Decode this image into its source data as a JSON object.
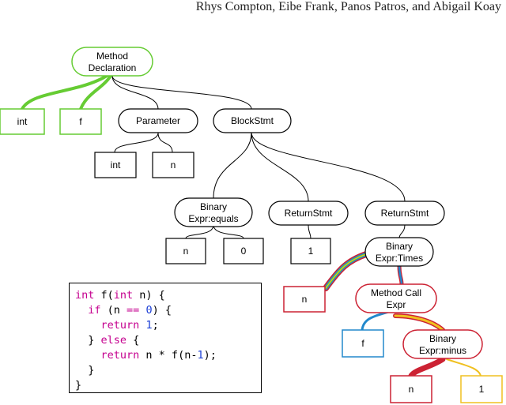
{
  "header": {
    "authors": "Rhys Compton, Eibe Frank, Panos Patros, and Abigail Koay"
  },
  "colors": {
    "green": "#66cc33",
    "red": "#cc2233",
    "blue": "#2288cc",
    "yellow": "#f0c020",
    "teal": "#338877",
    "black": "#000000"
  },
  "tree": {
    "method_declaration": [
      "Method",
      "Declaration"
    ],
    "param_type": "int",
    "method_name": "f",
    "parameter": "Parameter",
    "param_child_type": "int",
    "param_child_name": "n",
    "block_stmt": "BlockStmt",
    "binary_equals": [
      "Binary",
      "Expr:equals"
    ],
    "return_stmt_1": "ReturnStmt",
    "return_stmt_2": "ReturnStmt",
    "equals_left": "n",
    "equals_right": "0",
    "return_value": "1",
    "binary_times": [
      "Binary",
      "Expr:Times"
    ],
    "times_left": "n",
    "method_call": [
      "Method Call",
      "Expr"
    ],
    "call_name": "f",
    "binary_minus": [
      "Binary",
      "Expr:minus"
    ],
    "minus_left": "n",
    "minus_right": "1"
  },
  "code": {
    "lines": [
      [
        {
          "t": "int",
          "c": "kw"
        },
        {
          "t": " f("
        },
        {
          "t": "int",
          "c": "kw"
        },
        {
          "t": " n) {"
        }
      ],
      [
        {
          "t": "  "
        },
        {
          "t": "if",
          "c": "kw"
        },
        {
          "t": " (n "
        },
        {
          "t": "==",
          "c": "kw"
        },
        {
          "t": " "
        },
        {
          "t": "0",
          "c": "num"
        },
        {
          "t": ") {"
        }
      ],
      [
        {
          "t": "    "
        },
        {
          "t": "return",
          "c": "kw"
        },
        {
          "t": " "
        },
        {
          "t": "1",
          "c": "num"
        },
        {
          "t": ";"
        }
      ],
      [
        {
          "t": "  } "
        },
        {
          "t": "else",
          "c": "kw"
        },
        {
          "t": " {"
        }
      ],
      [
        {
          "t": "    "
        },
        {
          "t": "return",
          "c": "kw"
        },
        {
          "t": " n * f(n-"
        },
        {
          "t": "1",
          "c": "num"
        },
        {
          "t": ");"
        }
      ],
      [
        {
          "t": "  }"
        }
      ],
      [
        {
          "t": "}"
        }
      ]
    ]
  }
}
